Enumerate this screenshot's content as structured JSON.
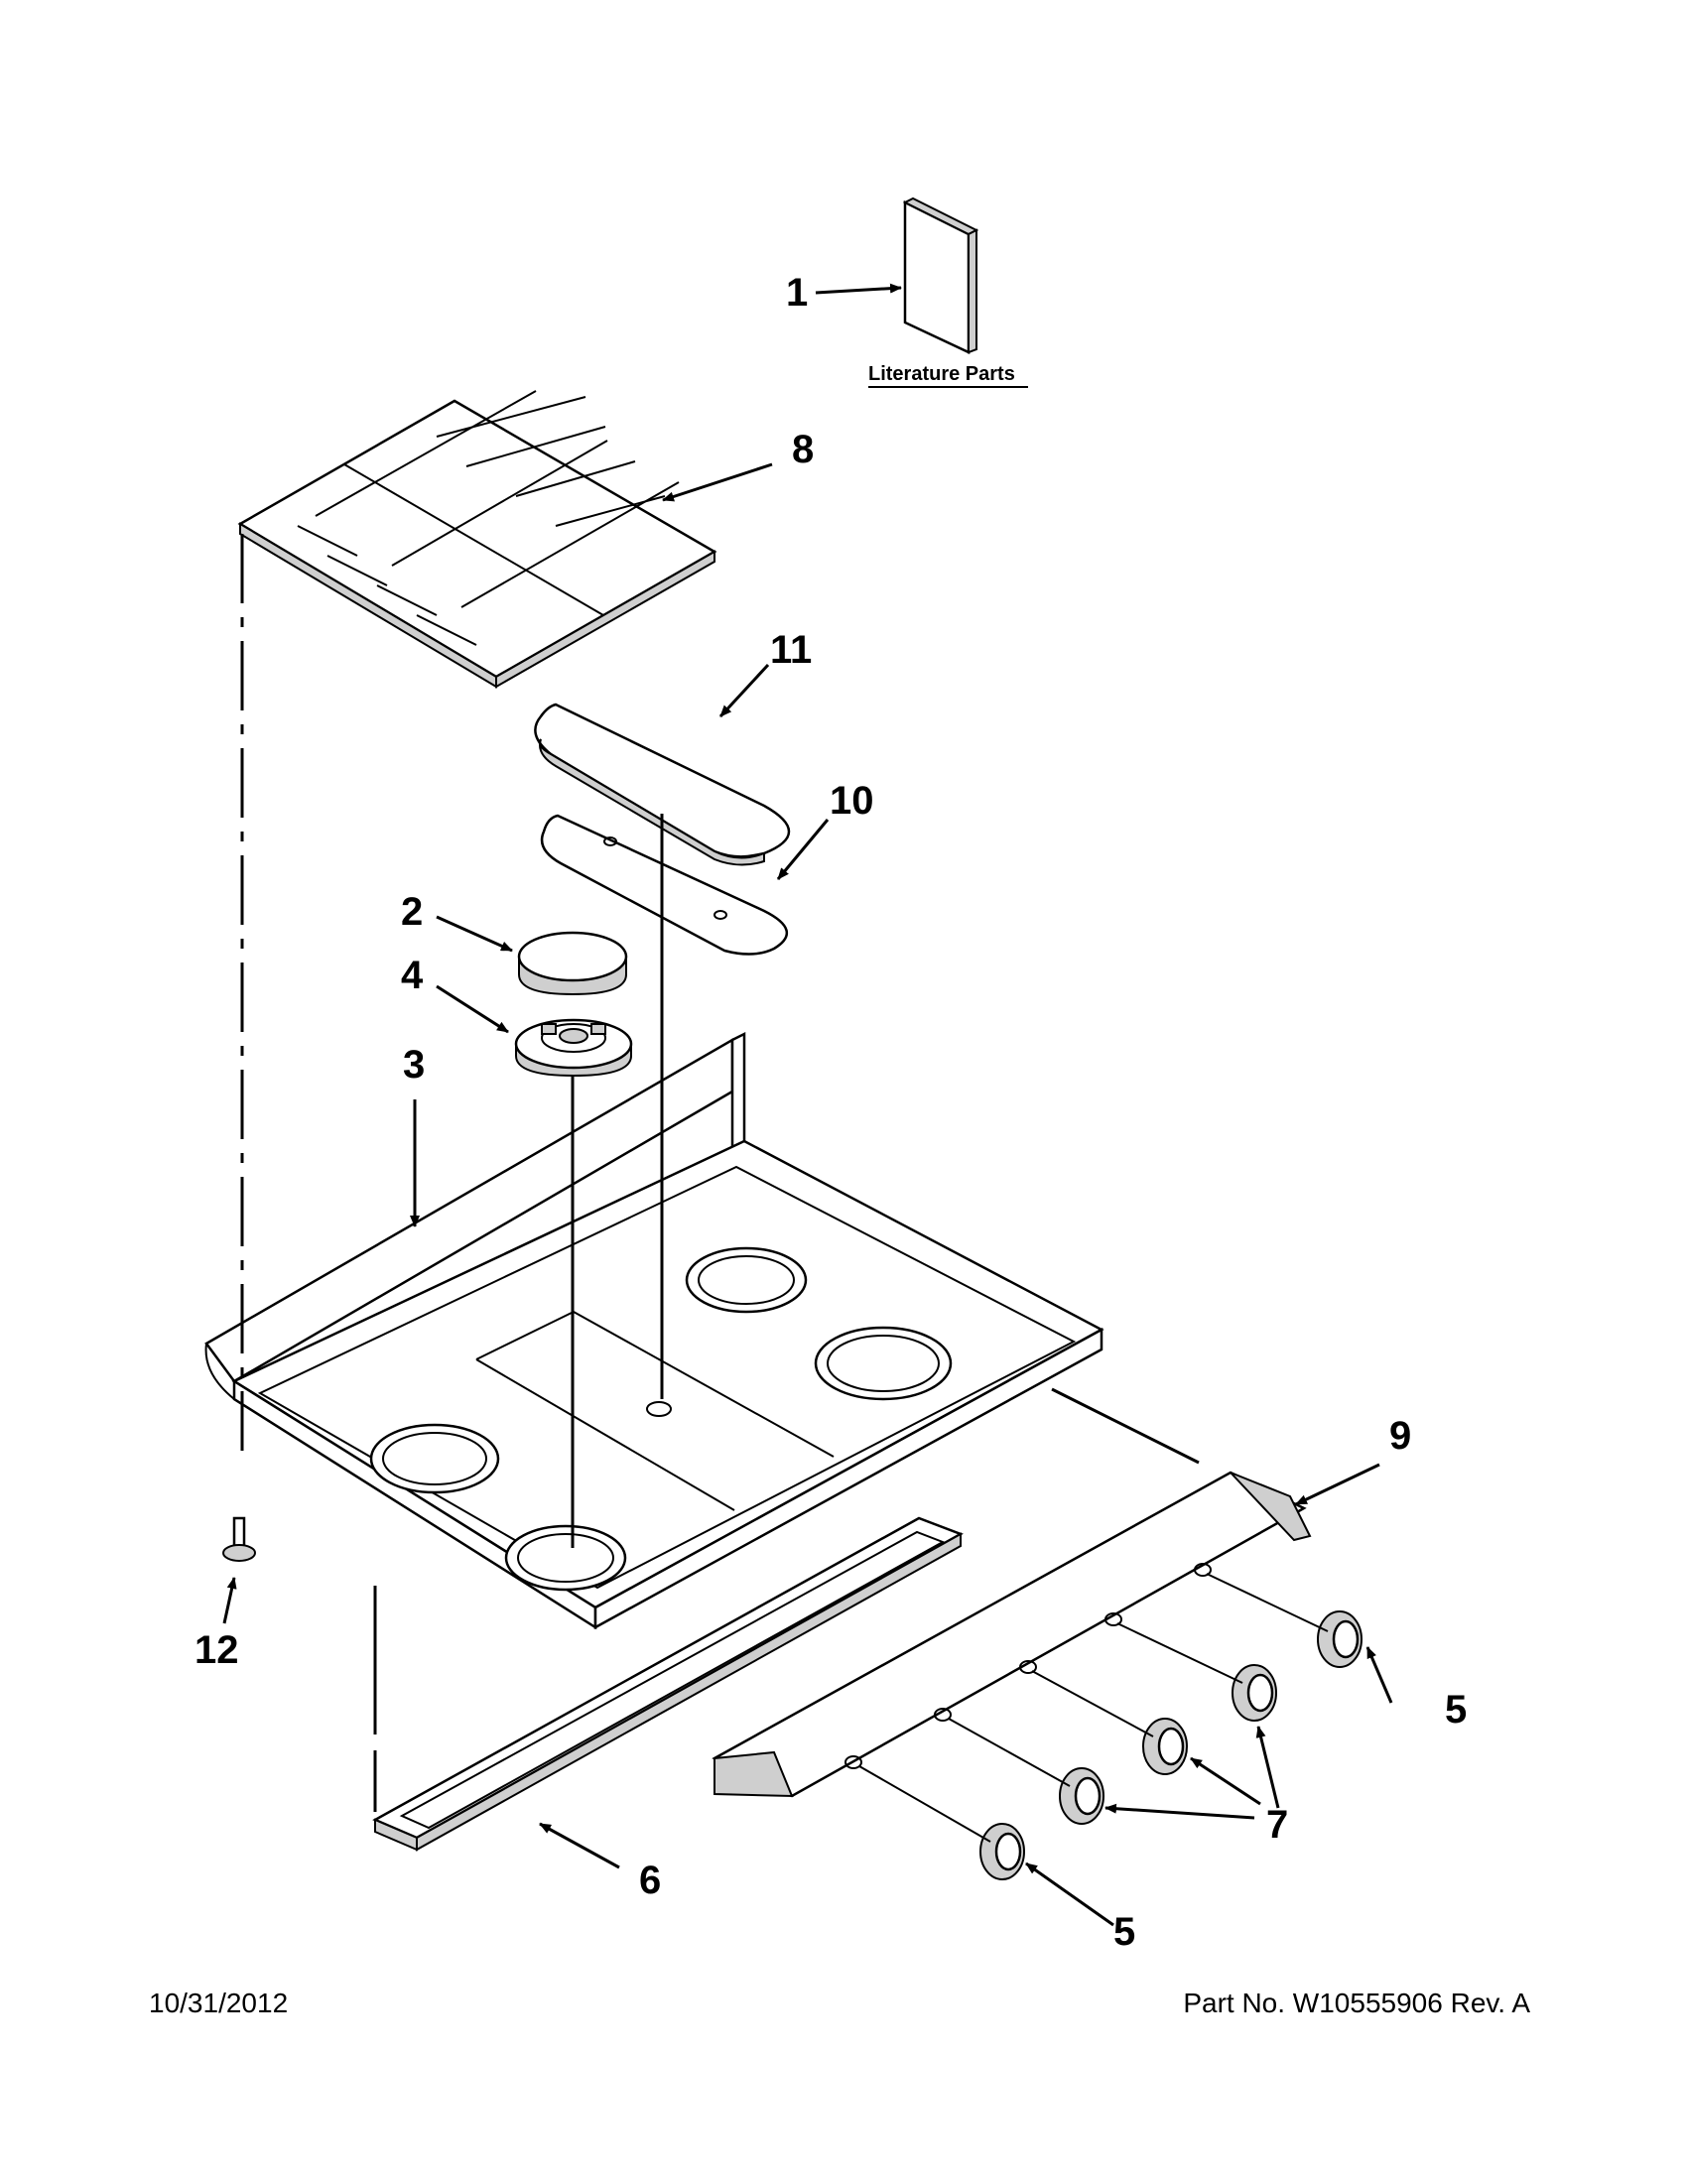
{
  "literature_label": "Literature Parts",
  "callouts": {
    "c1": "1",
    "c2": "2",
    "c3": "3",
    "c4": "4",
    "c5a": "5",
    "c5b": "5",
    "c6": "6",
    "c7": "7",
    "c8": "8",
    "c9": "9",
    "c10": "10",
    "c11": "11",
    "c12": "12"
  },
  "footer": {
    "date": "10/31/2012",
    "part_number": "Part No.  W10555906  Rev.  A"
  }
}
